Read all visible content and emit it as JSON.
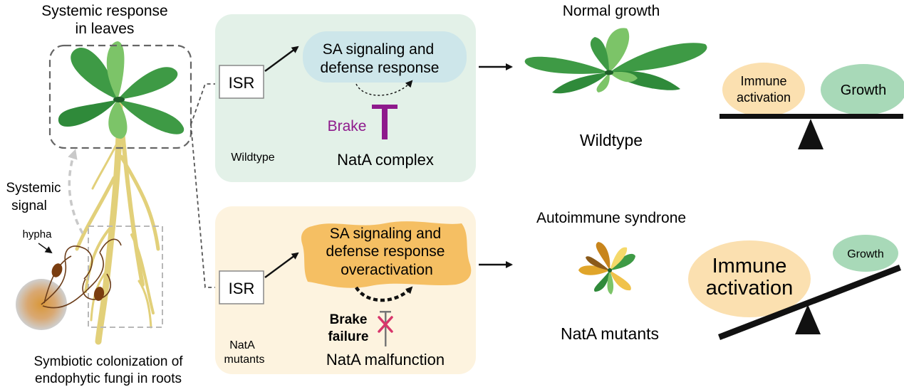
{
  "left": {
    "title_line1": "Systemic response",
    "title_line2": "in leaves",
    "signal_line1": "Systemic",
    "signal_line2": "signal",
    "hypha_label": "hypha",
    "caption_line1": "Symbiotic colonization of",
    "caption_line2": "endophytic fungi in roots"
  },
  "top_panel": {
    "isr_label": "ISR",
    "sa_line1": "SA signaling and",
    "sa_line2": "defense response",
    "brake_label": "Brake",
    "complex_label": "NatA complex",
    "genotype_label": "Wildtype",
    "outcome_title": "Normal growth",
    "outcome_label": "Wildtype",
    "balance_left": [
      "Immune",
      "activation"
    ],
    "balance_right": "Growth"
  },
  "bottom_panel": {
    "isr_label": "ISR",
    "sa_line1": "SA signaling and",
    "sa_line2": "defense response",
    "sa_line3": "overactivation",
    "brake_line1": "Brake",
    "brake_line2": "failure",
    "complex_label": "NatA malfunction",
    "genotype_line1": "NatA",
    "genotype_line2": "mutants",
    "outcome_title": "Autoimmune syndrone",
    "outcome_label": "NatA mutants",
    "balance_left": [
      "Immune",
      "activation"
    ],
    "balance_right": "Growth"
  },
  "colors": {
    "top_panel_bg": "#e3f1e8",
    "bottom_panel_bg": "#fdf3df",
    "sa_bubble": "#cde6ea",
    "sa_over": "#f5bf63",
    "brake": "#8e1a8c",
    "brake_fail_x": "#d8356b",
    "immune_bubble": "#fbe0b0",
    "growth_bubble": "#a8d9b8",
    "leaf_dark": "#3e9a45",
    "leaf_light": "#7cc468",
    "root": "#e2d07a"
  }
}
